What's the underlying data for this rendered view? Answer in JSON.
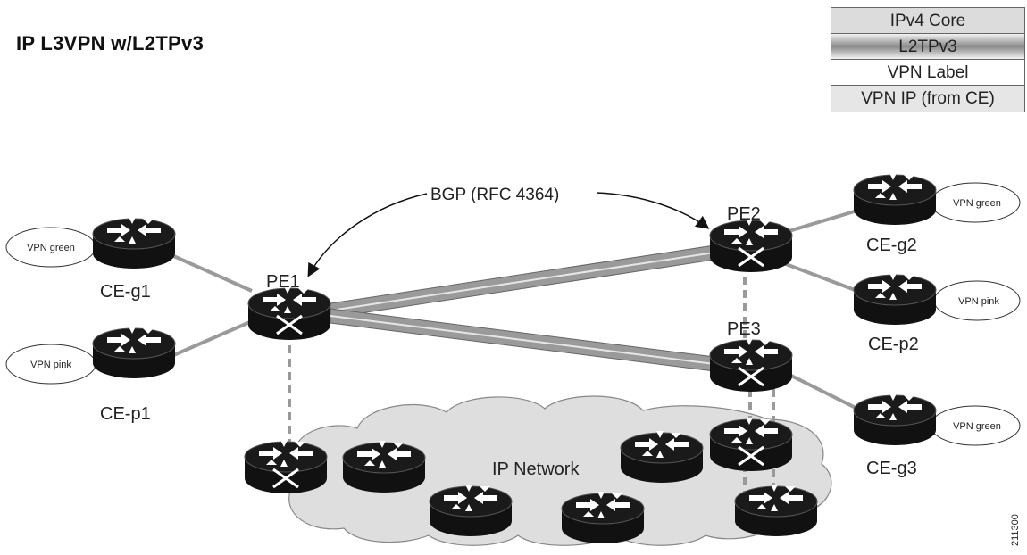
{
  "title": "IP L3VPN w/L2TPv3",
  "legend": [
    "IPv4 Core",
    "L2TPv3",
    "VPN Label",
    "VPN IP (from CE)"
  ],
  "bgp_label": "BGP (RFC 4364)",
  "network_label": "IP Network",
  "figure_id": "211300",
  "colors": {
    "router": "#111111",
    "tunnel": "#9a9a9a",
    "cloud": "#dedede",
    "link": "#9a9a9a",
    "dashed": "#9a9a9a"
  },
  "routers": {
    "pe1": "PE1",
    "pe2": "PE2",
    "pe3": "PE3",
    "ce_g1": "CE-g1",
    "ce_p1": "CE-p1",
    "ce_g2": "CE-g2",
    "ce_p2": "CE-p2",
    "ce_g3": "CE-g3"
  },
  "vpn_tags": {
    "g1": "VPN green",
    "p1": "VPN pink",
    "g2": "VPN green",
    "p2": "VPN pink",
    "g3": "VPN green"
  }
}
